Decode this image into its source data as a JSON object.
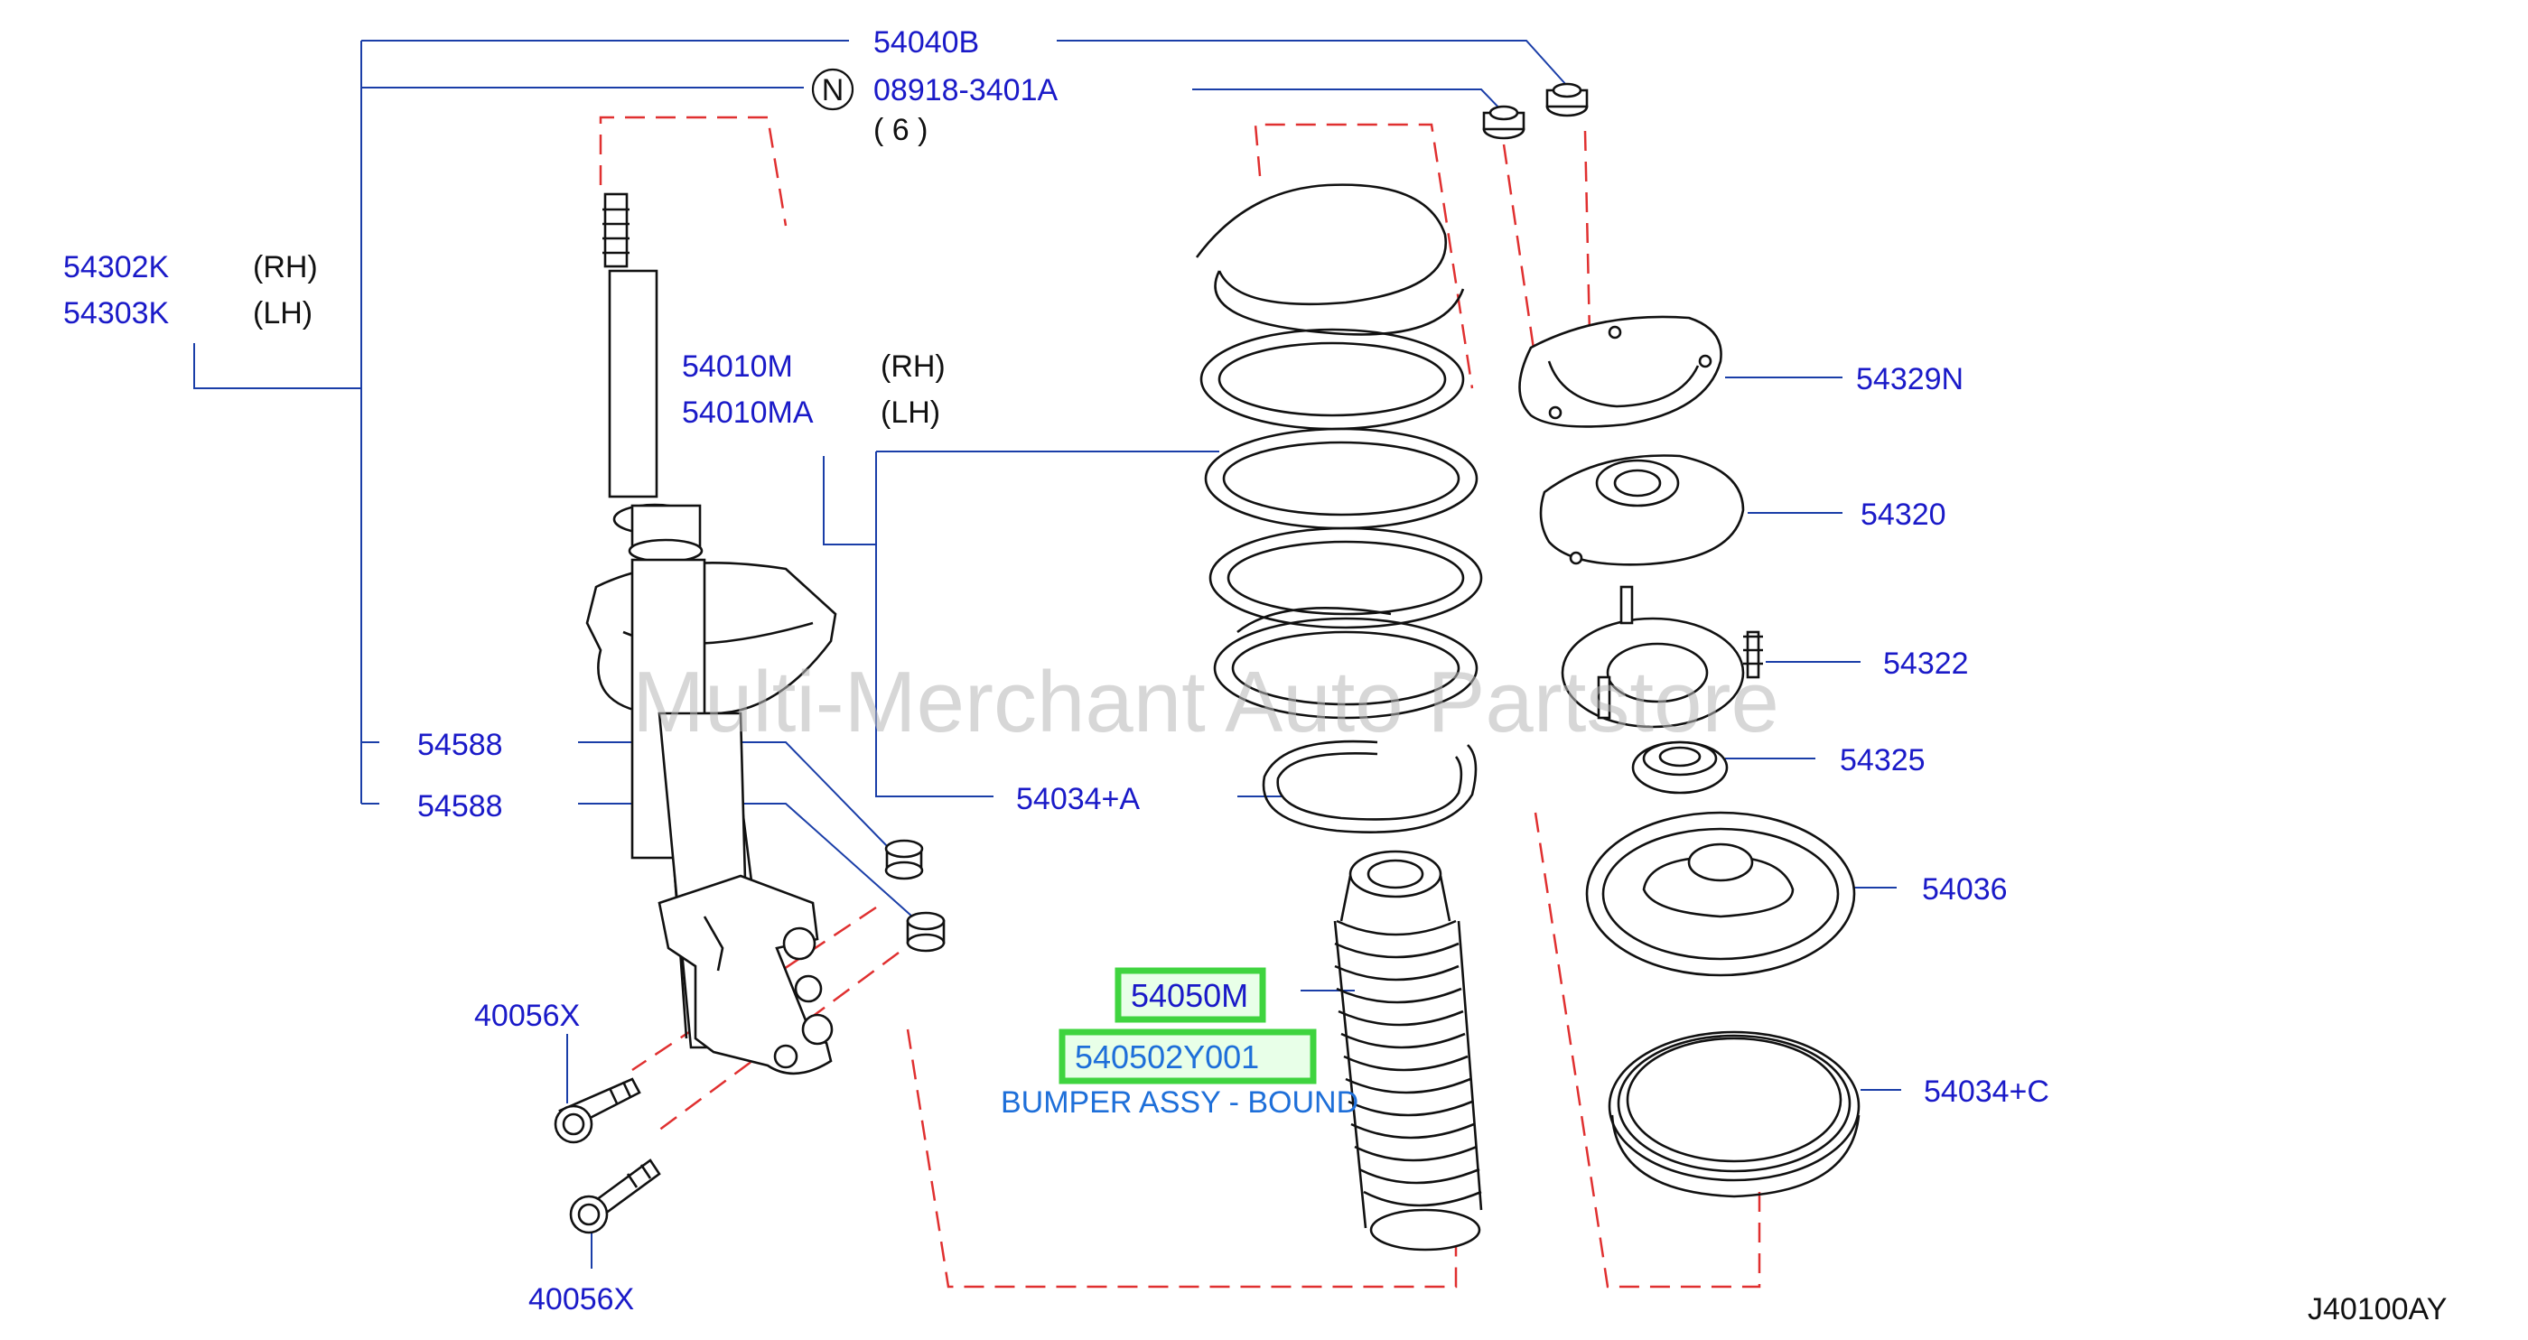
{
  "watermark": "Multi-Merchant Auto Partstore",
  "reference_code": "J40100AY",
  "parts": {
    "p54040B": "54040B",
    "p08918": "08918-3401A",
    "p08918_qty": "( 6 )",
    "notice_symbol": "N",
    "p54302K": "54302K",
    "p54302K_side": "(RH)",
    "p54303K": "54303K",
    "p54303K_side": "(LH)",
    "p54010M": "54010M",
    "p54010M_side": "(RH)",
    "p54010MA": "54010MA",
    "p54010MA_side": "(LH)",
    "p54329N": "54329N",
    "p54320": "54320",
    "p54322": "54322",
    "p54325": "54325",
    "p54036": "54036",
    "p54034A": "54034+A",
    "p54034C": "54034+C",
    "p54588_1": "54588",
    "p54588_2": "54588",
    "p40056X_1": "40056X",
    "p40056X_2": "40056X",
    "p54050M": "54050M",
    "p540502Y001": "540502Y001",
    "bumper_desc": "BUMPER ASSY - BOUND"
  },
  "colors": {
    "part_number": "#1a1ac8",
    "highlight": "#3fd43f",
    "dashed_lines": "#e03030",
    "leader_lines": "#1a3ea8"
  }
}
